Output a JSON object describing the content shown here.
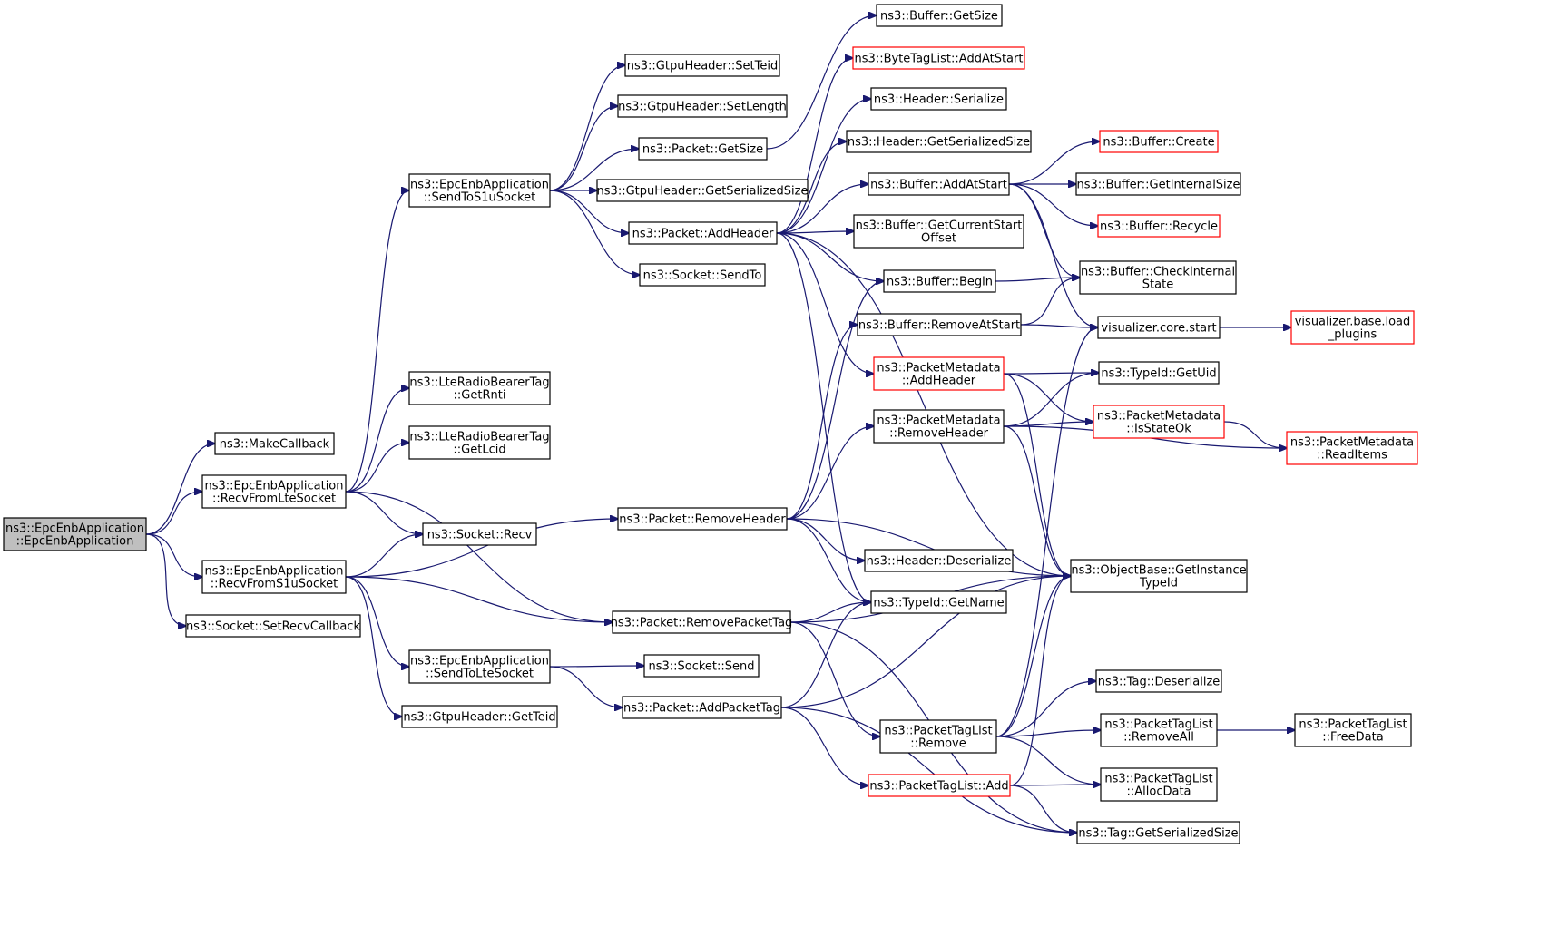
{
  "nodes": {
    "root": {
      "lines": [
        "ns3::EpcEnbApplication",
        "::EpcEnbApplication"
      ],
      "style": "root"
    },
    "makecb": {
      "lines": [
        "ns3::MakeCallback"
      ],
      "style": "normal"
    },
    "recvlte": {
      "lines": [
        "ns3::EpcEnbApplication",
        "::RecvFromLteSocket"
      ],
      "style": "normal"
    },
    "recvs1u": {
      "lines": [
        "ns3::EpcEnbApplication",
        "::RecvFromS1uSocket"
      ],
      "style": "normal"
    },
    "setrecvcb": {
      "lines": [
        "ns3::Socket::SetRecvCallback"
      ],
      "style": "normal"
    },
    "sendtos1u": {
      "lines": [
        "ns3::EpcEnbApplication",
        "::SendToS1uSocket"
      ],
      "style": "normal"
    },
    "getrnti": {
      "lines": [
        "ns3::LteRadioBearerTag",
        "::GetRnti"
      ],
      "style": "normal"
    },
    "getlcid": {
      "lines": [
        "ns3::LteRadioBearerTag",
        "::GetLcid"
      ],
      "style": "normal"
    },
    "sockrecv": {
      "lines": [
        "ns3::Socket::Recv"
      ],
      "style": "normal"
    },
    "sendtolte": {
      "lines": [
        "ns3::EpcEnbApplication",
        "::SendToLteSocket"
      ],
      "style": "normal"
    },
    "getteid": {
      "lines": [
        "ns3::GtpuHeader::GetTeid"
      ],
      "style": "normal"
    },
    "setteid": {
      "lines": [
        "ns3::GtpuHeader::SetTeid"
      ],
      "style": "normal"
    },
    "setlength": {
      "lines": [
        "ns3::GtpuHeader::SetLength"
      ],
      "style": "normal"
    },
    "pktgetsize": {
      "lines": [
        "ns3::Packet::GetSize"
      ],
      "style": "normal"
    },
    "gtpuser": {
      "lines": [
        "ns3::GtpuHeader::GetSerializedSize"
      ],
      "style": "normal"
    },
    "addheader": {
      "lines": [
        "ns3::Packet::AddHeader"
      ],
      "style": "normal"
    },
    "socksendto": {
      "lines": [
        "ns3::Socket::SendTo"
      ],
      "style": "normal"
    },
    "removeheader": {
      "lines": [
        "ns3::Packet::RemoveHeader"
      ],
      "style": "normal"
    },
    "removepkttag": {
      "lines": [
        "ns3::Packet::RemovePacketTag"
      ],
      "style": "normal"
    },
    "socksend": {
      "lines": [
        "ns3::Socket::Send"
      ],
      "style": "normal"
    },
    "addpkttag": {
      "lines": [
        "ns3::Packet::AddPacketTag"
      ],
      "style": "normal"
    },
    "bufgetsize": {
      "lines": [
        "ns3::Buffer::GetSize"
      ],
      "style": "normal"
    },
    "bytetag": {
      "lines": [
        "ns3::ByteTagList::AddAtStart"
      ],
      "style": "red"
    },
    "hdrser": {
      "lines": [
        "ns3::Header::Serialize"
      ],
      "style": "normal"
    },
    "hdrgetser": {
      "lines": [
        "ns3::Header::GetSerializedSize"
      ],
      "style": "normal"
    },
    "bufaddstart": {
      "lines": [
        "ns3::Buffer::AddAtStart"
      ],
      "style": "normal"
    },
    "bufgetcur": {
      "lines": [
        "ns3::Buffer::GetCurrentStart",
        "Offset"
      ],
      "style": "normal"
    },
    "bufbegin": {
      "lines": [
        "ns3::Buffer::Begin"
      ],
      "style": "normal"
    },
    "bufremstart": {
      "lines": [
        "ns3::Buffer::RemoveAtStart"
      ],
      "style": "normal"
    },
    "pmaddhdr": {
      "lines": [
        "ns3::PacketMetadata",
        "::AddHeader"
      ],
      "style": "red"
    },
    "pmremhdr": {
      "lines": [
        "ns3::PacketMetadata",
        "::RemoveHeader"
      ],
      "style": "normal"
    },
    "hdrdeser": {
      "lines": [
        "ns3::Header::Deserialize"
      ],
      "style": "normal"
    },
    "typegetname": {
      "lines": [
        "ns3::TypeId::GetName"
      ],
      "style": "normal"
    },
    "ptlremove": {
      "lines": [
        "ns3::PacketTagList",
        "::Remove"
      ],
      "style": "normal"
    },
    "ptladd": {
      "lines": [
        "ns3::PacketTagList::Add"
      ],
      "style": "red"
    },
    "bufcreate": {
      "lines": [
        "ns3::Buffer::Create"
      ],
      "style": "red"
    },
    "bufgetint": {
      "lines": [
        "ns3::Buffer::GetInternalSize"
      ],
      "style": "normal"
    },
    "bufrecycle": {
      "lines": [
        "ns3::Buffer::Recycle"
      ],
      "style": "red"
    },
    "bufcheck": {
      "lines": [
        "ns3::Buffer::CheckInternal",
        "State"
      ],
      "style": "normal"
    },
    "vizstart": {
      "lines": [
        "visualizer.core.start"
      ],
      "style": "normal"
    },
    "typegetuid": {
      "lines": [
        "ns3::TypeId::GetUid"
      ],
      "style": "normal"
    },
    "pmisstate": {
      "lines": [
        "ns3::PacketMetadata",
        "::IsStateOk"
      ],
      "style": "red"
    },
    "objgetinst": {
      "lines": [
        "ns3::ObjectBase::GetInstance",
        "TypeId"
      ],
      "style": "normal"
    },
    "tagdeser": {
      "lines": [
        "ns3::Tag::Deserialize"
      ],
      "style": "normal"
    },
    "ptlremall": {
      "lines": [
        "ns3::PacketTagList",
        "::RemoveAll"
      ],
      "style": "normal"
    },
    "ptlalloc": {
      "lines": [
        "ns3::PacketTagList",
        "::AllocData"
      ],
      "style": "normal"
    },
    "taggetser": {
      "lines": [
        "ns3::Tag::GetSerializedSize"
      ],
      "style": "normal"
    },
    "vizload": {
      "lines": [
        "visualizer.base.load",
        "_plugins"
      ],
      "style": "red"
    },
    "pmreaditems": {
      "lines": [
        "ns3::PacketMetadata",
        "::ReadItems"
      ],
      "style": "red"
    },
    "ptlfree": {
      "lines": [
        "ns3::PacketTagList",
        "::FreeData"
      ],
      "style": "normal"
    }
  },
  "edges": [
    [
      "root",
      "makecb"
    ],
    [
      "root",
      "recvlte"
    ],
    [
      "root",
      "recvs1u"
    ],
    [
      "root",
      "setrecvcb"
    ],
    [
      "recvlte",
      "sendtos1u"
    ],
    [
      "recvlte",
      "getrnti"
    ],
    [
      "recvlte",
      "getlcid"
    ],
    [
      "recvlte",
      "sockrecv"
    ],
    [
      "recvlte",
      "removepkttag"
    ],
    [
      "recvs1u",
      "sockrecv"
    ],
    [
      "recvs1u",
      "removeheader"
    ],
    [
      "recvs1u",
      "removepkttag"
    ],
    [
      "recvs1u",
      "sendtolte"
    ],
    [
      "recvs1u",
      "getteid"
    ],
    [
      "sendtos1u",
      "setteid"
    ],
    [
      "sendtos1u",
      "setlength"
    ],
    [
      "sendtos1u",
      "pktgetsize"
    ],
    [
      "sendtos1u",
      "gtpuser"
    ],
    [
      "sendtos1u",
      "addheader"
    ],
    [
      "sendtos1u",
      "socksendto"
    ],
    [
      "sendtolte",
      "socksend"
    ],
    [
      "sendtolte",
      "addpkttag"
    ],
    [
      "pktgetsize",
      "bufgetsize"
    ],
    [
      "addheader",
      "bytetag"
    ],
    [
      "addheader",
      "hdrser"
    ],
    [
      "addheader",
      "hdrgetser"
    ],
    [
      "addheader",
      "bufaddstart"
    ],
    [
      "addheader",
      "bufgetcur"
    ],
    [
      "addheader",
      "bufbegin"
    ],
    [
      "addheader",
      "pmaddhdr"
    ],
    [
      "addheader",
      "typegetname"
    ],
    [
      "addheader",
      "objgetinst"
    ],
    [
      "bufaddstart",
      "bufcreate"
    ],
    [
      "bufaddstart",
      "bufgetint"
    ],
    [
      "bufaddstart",
      "bufrecycle"
    ],
    [
      "bufaddstart",
      "bufcheck"
    ],
    [
      "bufaddstart",
      "vizstart"
    ],
    [
      "bufbegin",
      "bufcheck"
    ],
    [
      "bufremstart",
      "bufcheck"
    ],
    [
      "bufremstart",
      "vizstart"
    ],
    [
      "vizstart",
      "vizload"
    ],
    [
      "pmaddhdr",
      "typegetuid"
    ],
    [
      "pmaddhdr",
      "pmisstate"
    ],
    [
      "pmaddhdr",
      "objgetinst"
    ],
    [
      "pmremhdr",
      "typegetuid"
    ],
    [
      "pmremhdr",
      "pmisstate"
    ],
    [
      "pmremhdr",
      "pmreaditems"
    ],
    [
      "pmremhdr",
      "objgetinst"
    ],
    [
      "pmisstate",
      "pmreaditems"
    ],
    [
      "removeheader",
      "bufbegin"
    ],
    [
      "removeheader",
      "bufremstart"
    ],
    [
      "removeheader",
      "pmremhdr"
    ],
    [
      "removeheader",
      "hdrdeser"
    ],
    [
      "removeheader",
      "typegetname"
    ],
    [
      "removeheader",
      "objgetinst"
    ],
    [
      "removepkttag",
      "typegetname"
    ],
    [
      "removepkttag",
      "objgetinst"
    ],
    [
      "removepkttag",
      "ptlremove"
    ],
    [
      "removepkttag",
      "taggetser"
    ],
    [
      "addpkttag",
      "typegetname"
    ],
    [
      "addpkttag",
      "objgetinst"
    ],
    [
      "addpkttag",
      "ptladd"
    ],
    [
      "addpkttag",
      "taggetser"
    ],
    [
      "ptlremove",
      "vizstart"
    ],
    [
      "ptlremove",
      "objgetinst"
    ],
    [
      "ptlremove",
      "tagdeser"
    ],
    [
      "ptlremove",
      "ptlremall"
    ],
    [
      "ptlremove",
      "ptlalloc"
    ],
    [
      "ptladd",
      "objgetinst"
    ],
    [
      "ptladd",
      "ptlalloc"
    ],
    [
      "ptladd",
      "taggetser"
    ],
    [
      "ptlremall",
      "ptlfree"
    ]
  ]
}
